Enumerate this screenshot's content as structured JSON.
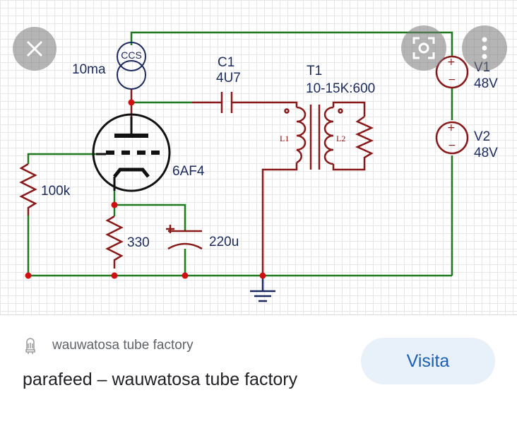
{
  "schematic": {
    "ccs_label": "CCS",
    "current_label": "10ma",
    "capacitor_name": "C1",
    "capacitor_value": "4U7",
    "transformer_name": "T1",
    "transformer_ratio": "10-15K:600",
    "coil_primary": "L1",
    "coil_secondary": "L2",
    "tube_label": "6AF4",
    "grid_resistor": "100k",
    "cathode_resistor": "330",
    "bypass_cap": "220u",
    "v1_name": "V1",
    "v1_value": "48V",
    "v2_name": "V2",
    "v2_value": "48V",
    "plus": "+",
    "minus": "−",
    "colors": {
      "wire_green": "#1f7a1f",
      "component_red": "#8a1a1a",
      "text_navy": "#1b2a5e",
      "node_red": "#d01010"
    }
  },
  "overlay": {
    "close_icon": "close-icon",
    "lens_icon": "lens-icon",
    "more_icon": "more-vertical-icon"
  },
  "result": {
    "source_name": "wauwatosa tube factory",
    "title": "parafeed – wauwatosa tube factory",
    "visit_label": "Visita",
    "accent": "#1a5fb4"
  }
}
